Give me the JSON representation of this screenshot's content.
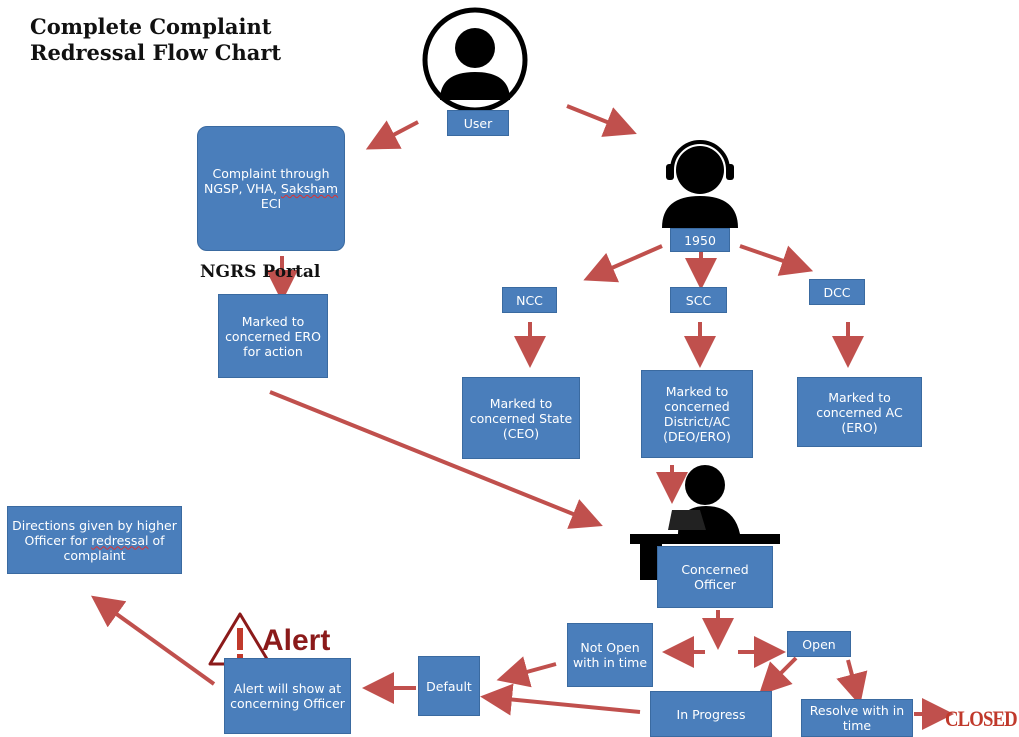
{
  "title": {
    "line1": "Complete Complaint",
    "line2": "Redressal Flow Chart"
  },
  "nodes": {
    "user": "User",
    "complaint_line1": "Complaint through NGSP, VHA,",
    "complaint_saksham": "Saksham",
    "complaint_eci": " ECI",
    "portal": "NGRS Portal",
    "marked_ero": "Marked to concerned ERO for action",
    "helpline": "1950",
    "ncc": "NCC",
    "scc": "SCC",
    "dcc": "DCC",
    "marked_state": "Marked to concerned State (CEO)",
    "marked_district": "Marked to concerned District/AC (DEO/ERO)",
    "marked_ac": "Marked to concerned AC (ERO)",
    "concerned_officer": "Concerned Officer",
    "directions_line1": "Directions given by higher Officer for",
    "directions_redressal": "redressal",
    "directions_line2": " of complaint",
    "not_open": "Not Open with in time",
    "open": "Open",
    "default": "Default",
    "in_progress": "In Progress",
    "resolve": "Resolve with in time",
    "alert_word": "Alert",
    "alert_box": "Alert will show at concerning Officer",
    "closed": "CLOSED"
  },
  "colors": {
    "box": "#4a7ebb",
    "arrow": "#c0504d",
    "alert": "#8b1a1a"
  }
}
